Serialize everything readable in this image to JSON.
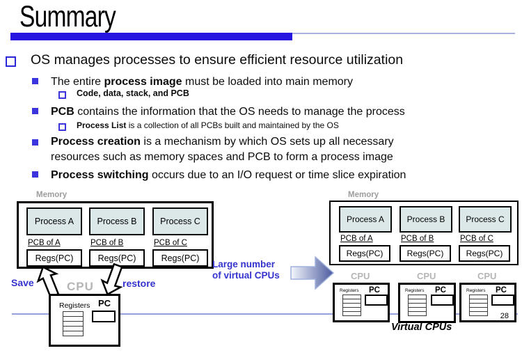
{
  "title": "Summary",
  "bullets": {
    "l1": "OS manages processes to ensure efficient resource utilization",
    "entire": {
      "pre": "The entire ",
      "bold": "process image",
      "post": " must be loaded into main memory"
    },
    "code": {
      "bold": "Code, data, stack, and PCB"
    },
    "pcb": {
      "bold": "PCB",
      "post": " contains the information that the OS needs to manage the process"
    },
    "plist": {
      "bold": "Process List",
      "post": " is a collection of all PCBs built and maintained by the OS"
    },
    "creation": {
      "bold": "Process creation",
      "post1": " is a mechanism by which OS sets up all necessary",
      "post2": "resources such as memory spaces and PCB to form a process image"
    },
    "switching": {
      "bold": "Process switching",
      "post": " occurs due to an I/O request or time slice expiration"
    }
  },
  "memory": {
    "label": "Memory",
    "processes": [
      "Process A",
      "Process B",
      "Process C"
    ],
    "pcb": [
      "PCB of A",
      "PCB of B",
      "PCB of C"
    ],
    "regs": "Regs(PC)"
  },
  "cpu": {
    "label": "CPU",
    "registers": "Registers",
    "pc": "PC"
  },
  "labels": {
    "save": "Save",
    "restore": "restore",
    "arrow_line1": "Large number",
    "arrow_line2": "of virtual CPUs",
    "virtual_cpus": "Virtual CPUs",
    "page": "28"
  },
  "colors": {
    "accent_bar": "#2616e0",
    "bullet_blue": "#3c34dd",
    "caption_blue": "#3433cf",
    "label_gray": "#b5b5b5",
    "process_fill": "#dce8e8",
    "guide_line": "#95a0dc"
  }
}
